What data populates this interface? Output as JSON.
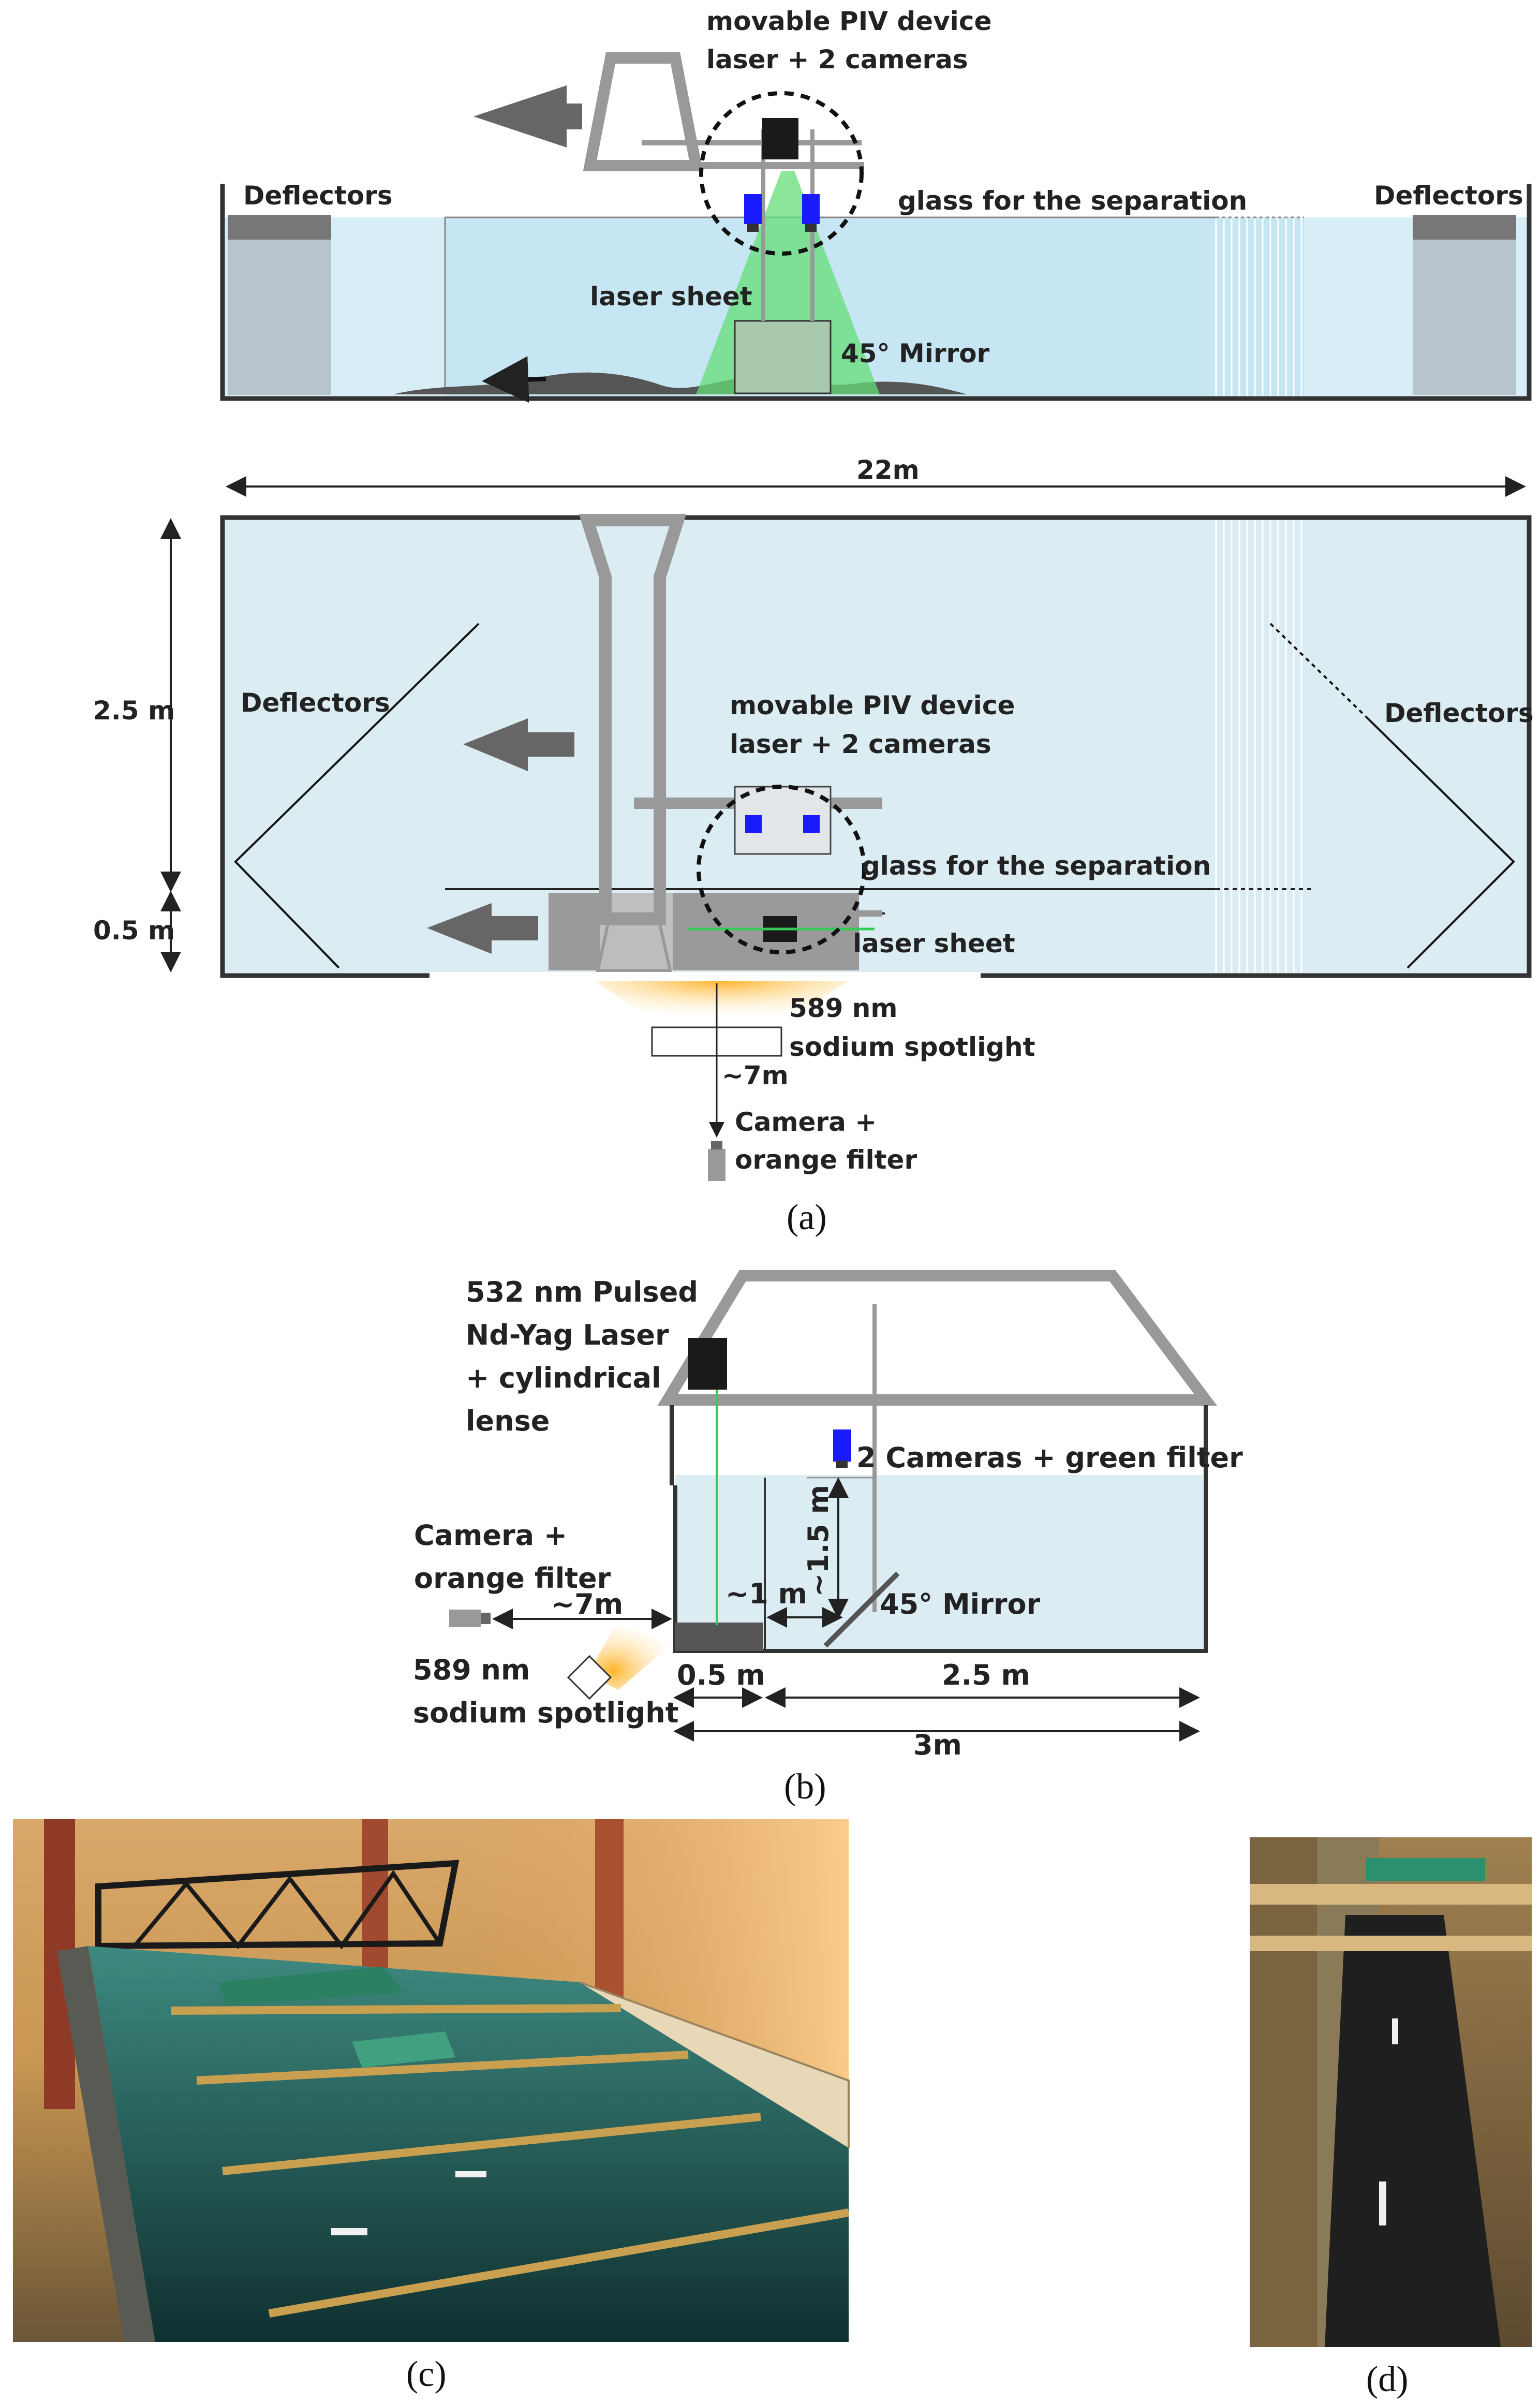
{
  "panel_a": {
    "top": {
      "piv_line1": "movable PIV device",
      "piv_line2": "laser + 2 cameras",
      "deflectors_left": "Deflectors",
      "deflectors_right": "Deflectors",
      "glass": "glass for the separation",
      "laser_sheet": "laser sheet",
      "mirror": "45° Mirror"
    },
    "plan": {
      "length": "22m",
      "width": "2.5 m",
      "channel": "0.5 m",
      "deflectors_left": "Deflectors",
      "deflectors_right": "Deflectors",
      "piv_line1": "movable PIV device",
      "piv_line2": "laser + 2 cameras",
      "glass": "glass for the separation",
      "laser_sheet": "laser sheet",
      "spot_line1": "589 nm",
      "spot_line2": "sodium spotlight",
      "distance": "~7m",
      "cam_line1": "Camera +",
      "cam_line2": "orange filter"
    },
    "caption": "(a)"
  },
  "panel_b": {
    "laser_line1": "532 nm Pulsed",
    "laser_line2": "Nd-Yag Laser",
    "laser_line3": "+ cylindrical",
    "laser_line4": "lense",
    "cameras": "2 Cameras + green filter",
    "height": "~1.5 m",
    "depth": "~1 m",
    "mirror": "45° Mirror",
    "cam_line1": "Camera +",
    "cam_line2": "orange filter",
    "distance": "~7m",
    "spot_line1": "589 nm",
    "spot_line2": "sodium spotlight",
    "dim_channel": "0.5 m",
    "dim_main": "2.5 m",
    "dim_total": "3m",
    "caption": "(b)"
  },
  "panel_c": {
    "caption": "(c)"
  },
  "panel_d": {
    "caption": "(d)"
  },
  "colors": {
    "water": "#d8eef7",
    "frame": "#999999",
    "camera": "#1a1aff",
    "laser": "#66dd77",
    "arrow": "#666666",
    "spotlight": "#ffb733"
  }
}
